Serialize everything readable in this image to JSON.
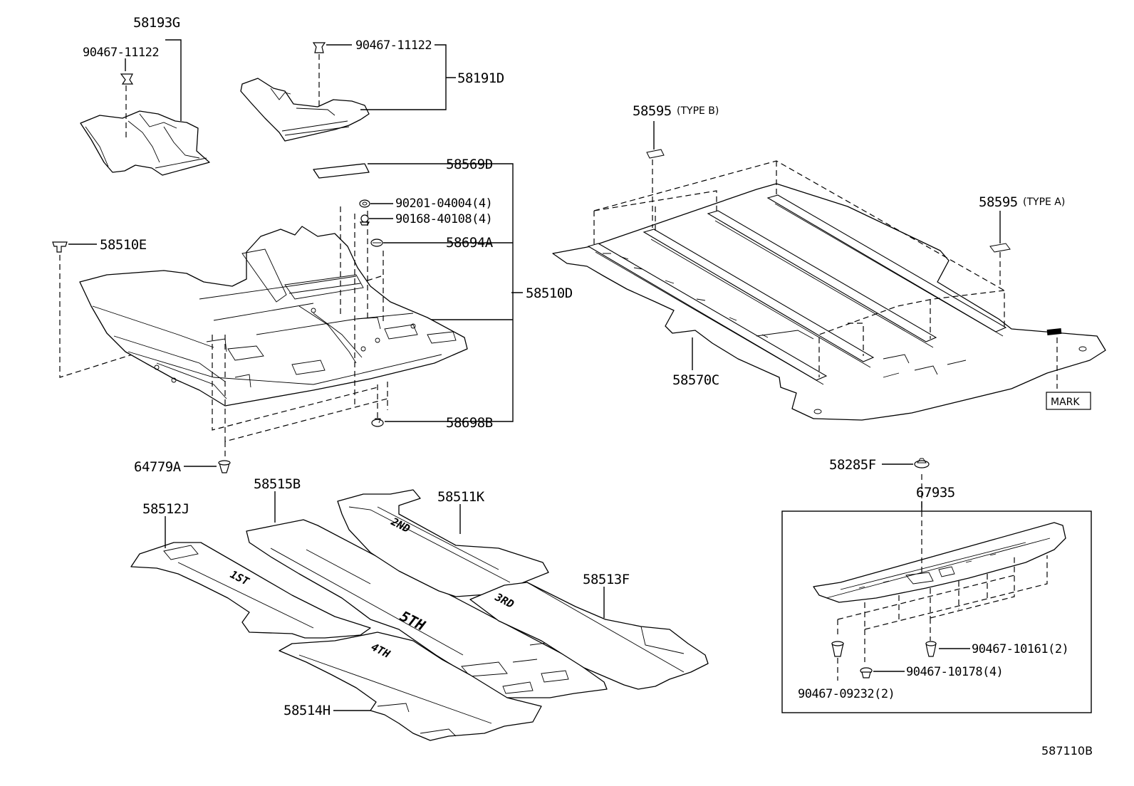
{
  "labels": {
    "p58193G": "58193G",
    "p90467_11122_a": "90467-11122",
    "p90467_11122_b": "90467-11122",
    "p58191D": "58191D",
    "p58569D": "58569D",
    "p90201": "90201-04004(4)",
    "p90168": "90168-40108(4)",
    "p58510E": "58510E",
    "p58694A": "58694A",
    "p58510D": "58510D",
    "p58698B": "58698B",
    "p64779A": "64779A",
    "p58595_b": "58595",
    "p58595_b_note": "(TYPE B)",
    "p58595_a": "58595",
    "p58595_a_note": "(TYPE A)",
    "p58570C": "58570C",
    "mark": "MARK",
    "p58285F": "58285F",
    "p67935": "67935",
    "p90467_10161": "90467-10161(2)",
    "p90467_10178": "90467-10178(4)",
    "p90467_09232": "90467-09232(2)",
    "p58515B": "58515B",
    "p58511K": "58511K",
    "p58512J": "58512J",
    "p58513F": "58513F",
    "p58514H": "58514H",
    "diagram_id": "587110B"
  },
  "mat_marks": {
    "m1": "1ST",
    "m2": "2ND",
    "m3": "3RD",
    "m4": "4TH",
    "m5": "5TH"
  }
}
